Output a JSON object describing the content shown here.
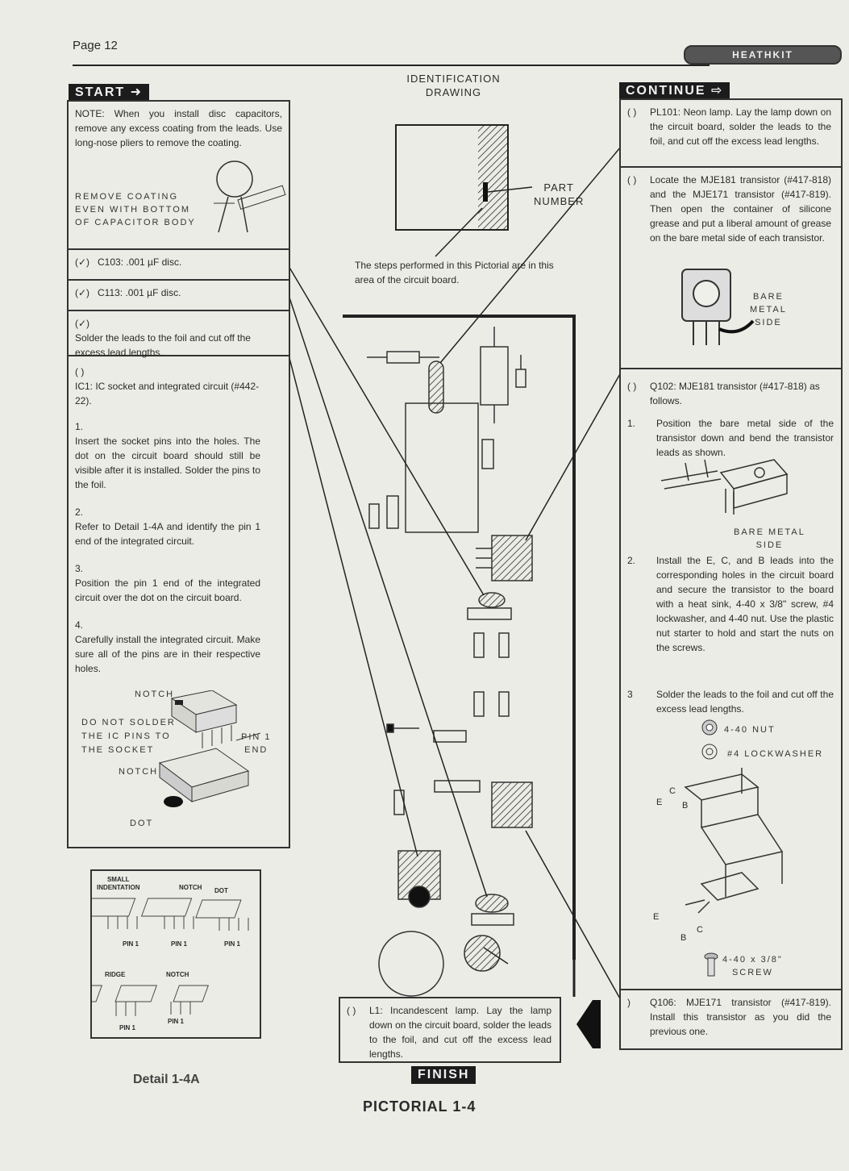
{
  "header": {
    "page_number": "Page 12",
    "brand": "HEATHKIT"
  },
  "start_label": "START",
  "continue_label": "CONTINUE",
  "finish_label": "FINISH",
  "identification": {
    "title_line1": "IDENTIFICATION",
    "title_line2": "DRAWING",
    "part_number_line1": "PART",
    "part_number_line2": "NUMBER",
    "note": "The steps performed in this Pictorial are in this area of the circuit board."
  },
  "left_panel": {
    "note": "NOTE: When you install disc capacitors, remove any excess coating from the leads. Use long-nose pliers to remove the coating.",
    "coating_line1": "REMOVE COATING",
    "coating_line2": "EVEN WITH BOTTOM",
    "coating_line3": "OF CAPACITOR BODY",
    "c103_check": "(✓)",
    "c103": "C103: .001 µF disc.",
    "c113_check": "(✓)",
    "c113": "C113: .001 µF disc.",
    "solder_check": "(✓)",
    "solder": "Solder the leads to the foil and cut off the excess lead lengths.",
    "ic1_check": "( )",
    "ic1": "IC1: IC socket and integrated circuit (#442-22).",
    "steps": [
      {
        "num": "1.",
        "text": "Insert the socket pins into the holes. The dot on the circuit board should still be visible after it is installed. Solder the pins to the foil."
      },
      {
        "num": "2.",
        "text": "Refer to Detail 1-4A and identify the pin 1 end of the integrated circuit."
      },
      {
        "num": "3.",
        "text": "Position the pin 1 end of the integrated circuit over the dot on the circuit board."
      },
      {
        "num": "4.",
        "text": "Carefully install the integrated circuit. Make sure all of the pins are in their respective holes."
      }
    ],
    "ic_notch": "NOTCH",
    "ic_do_not_1": "DO NOT SOLDER",
    "ic_do_not_2": "THE IC PINS TO",
    "ic_do_not_3": "THE SOCKET",
    "ic_pin1_1": "PIN 1",
    "ic_pin1_2": "END",
    "ic_notch2": "NOTCH",
    "ic_dot": "DOT"
  },
  "detail": {
    "small_1": "SMALL",
    "small_2": "INDENTATION",
    "notch": "NOTCH",
    "dot": "DOT",
    "pin1": "PIN 1",
    "ridge": "RIDGE",
    "notch2": "NOTCH",
    "label": "Detail 1-4A"
  },
  "right_panel": {
    "pl101_check": "( )",
    "pl101": "PL101: Neon lamp. Lay the lamp down on the circuit board, solder the leads to the foil, and cut off the excess lead lengths.",
    "locate_check": "( )",
    "locate": "Locate the MJE181 transistor (#417-818) and the MJE171 transistor (#417-819). Then open the container of silicone grease and put a liberal amount of grease on the bare metal side of each transistor.",
    "bare_1": "BARE",
    "bare_2": "METAL",
    "bare_3": "SIDE",
    "q102_check": "( )",
    "q102": "Q102: MJE181 transistor (#417-818) as follows.",
    "q_steps": [
      {
        "num": "1.",
        "text": "Position the bare metal side of the transistor down and bend the transistor leads as shown."
      },
      {
        "num": "2.",
        "text": "Install the E, C, and B leads into the corresponding holes in the circuit board and secure the transistor to the board with a heat sink, 4-40 x 3/8\" screw, #4 lockwasher, and 4-40 nut. Use the plastic nut starter to hold and start the nuts on the screws."
      },
      {
        "num": "3",
        "text": "Solder the leads to the foil and cut off the excess lead lengths."
      }
    ],
    "bare_metal_side_1": "BARE METAL",
    "bare_metal_side_2": "SIDE",
    "nut": "4-40 NUT",
    "lockwasher": "#4 LOCKWASHER",
    "lead_e": "E",
    "lead_c": "C",
    "lead_b": "B",
    "screw_1": "4-40 x 3/8\"",
    "screw_2": "SCREW",
    "q106_check": ")",
    "q106": "Q106: MJE171 transistor (#417-819). Install this transistor as you did the previous one."
  },
  "l1": {
    "check": "( )",
    "text": "L1: Incandescent lamp. Lay the lamp down on the circuit board, solder the leads to the foil, and cut off the excess lead lengths."
  },
  "pictorial_title": "PICTORIAL 1-4"
}
